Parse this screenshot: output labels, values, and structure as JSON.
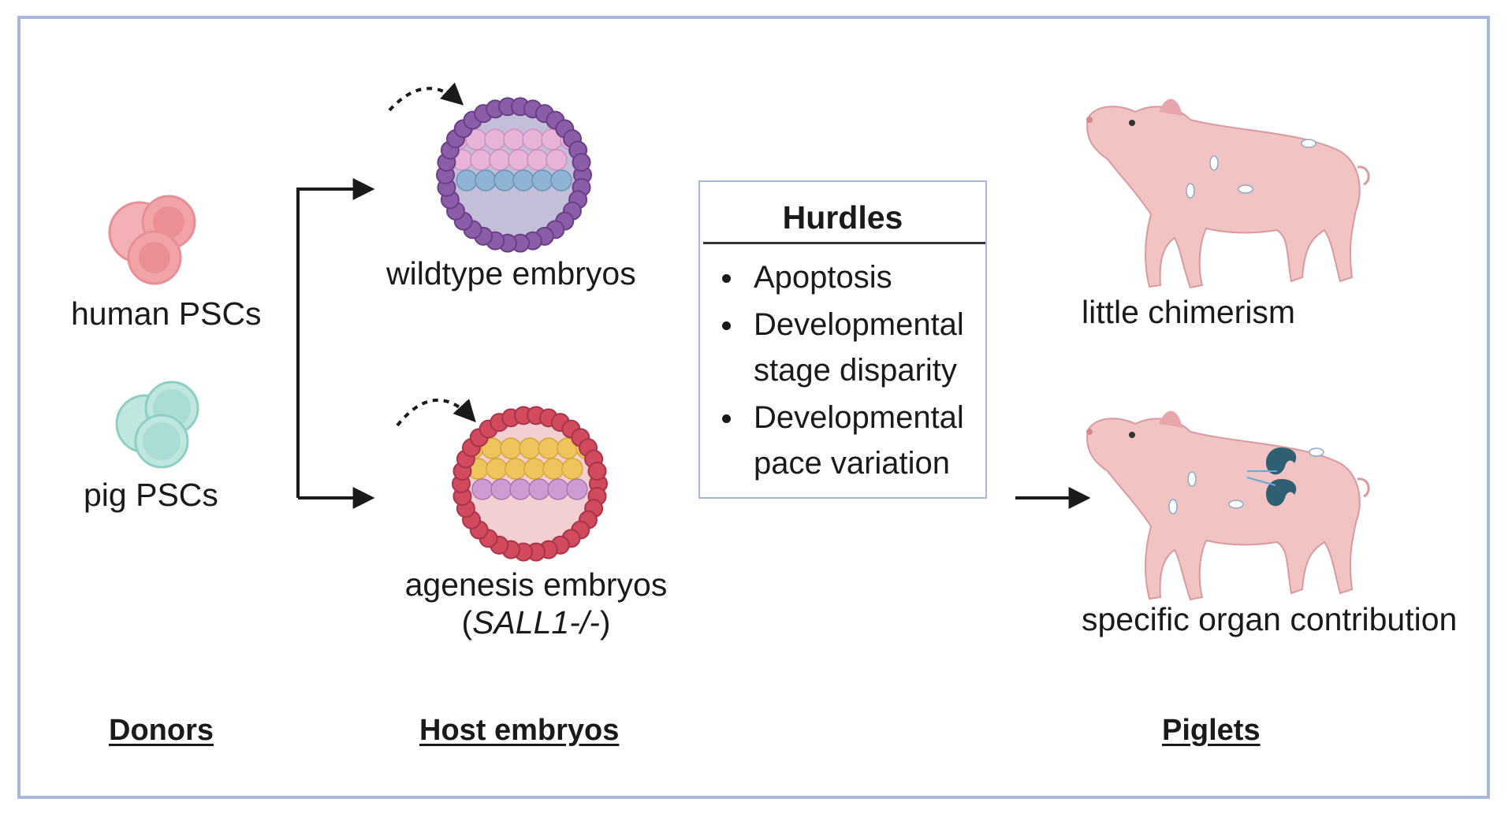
{
  "donors": {
    "section": "Donors",
    "human_label": "human PSCs",
    "pig_label": "pig PSCs"
  },
  "hosts": {
    "section": "Host embryos",
    "wildtype_label": "wildtype embryos",
    "agenesis_label": "agenesis embryos",
    "agenesis_gene_open": "(",
    "agenesis_gene": "SALL1-/-",
    "agenesis_gene_close": ")"
  },
  "hurdles": {
    "title": "Hurdles",
    "items": [
      {
        "line1": "Apoptosis",
        "line2": ""
      },
      {
        "line1": "Developmental",
        "line2": "stage disparity"
      },
      {
        "line1": "Developmental",
        "line2": "pace variation"
      }
    ]
  },
  "piglets": {
    "section": "Piglets",
    "top_label": "little chimerism",
    "bottom_label": "specific organ contribution"
  },
  "colors": {
    "frame": "#a9b7dc",
    "human_cell": "#f2a3a8",
    "pig_cell": "#a9ddd6",
    "wildtype_ring": "#8b5ca8",
    "agenesis_ring": "#d14a5e",
    "pig_body": "#f1c3c3",
    "kidney": "#2f5f73"
  }
}
